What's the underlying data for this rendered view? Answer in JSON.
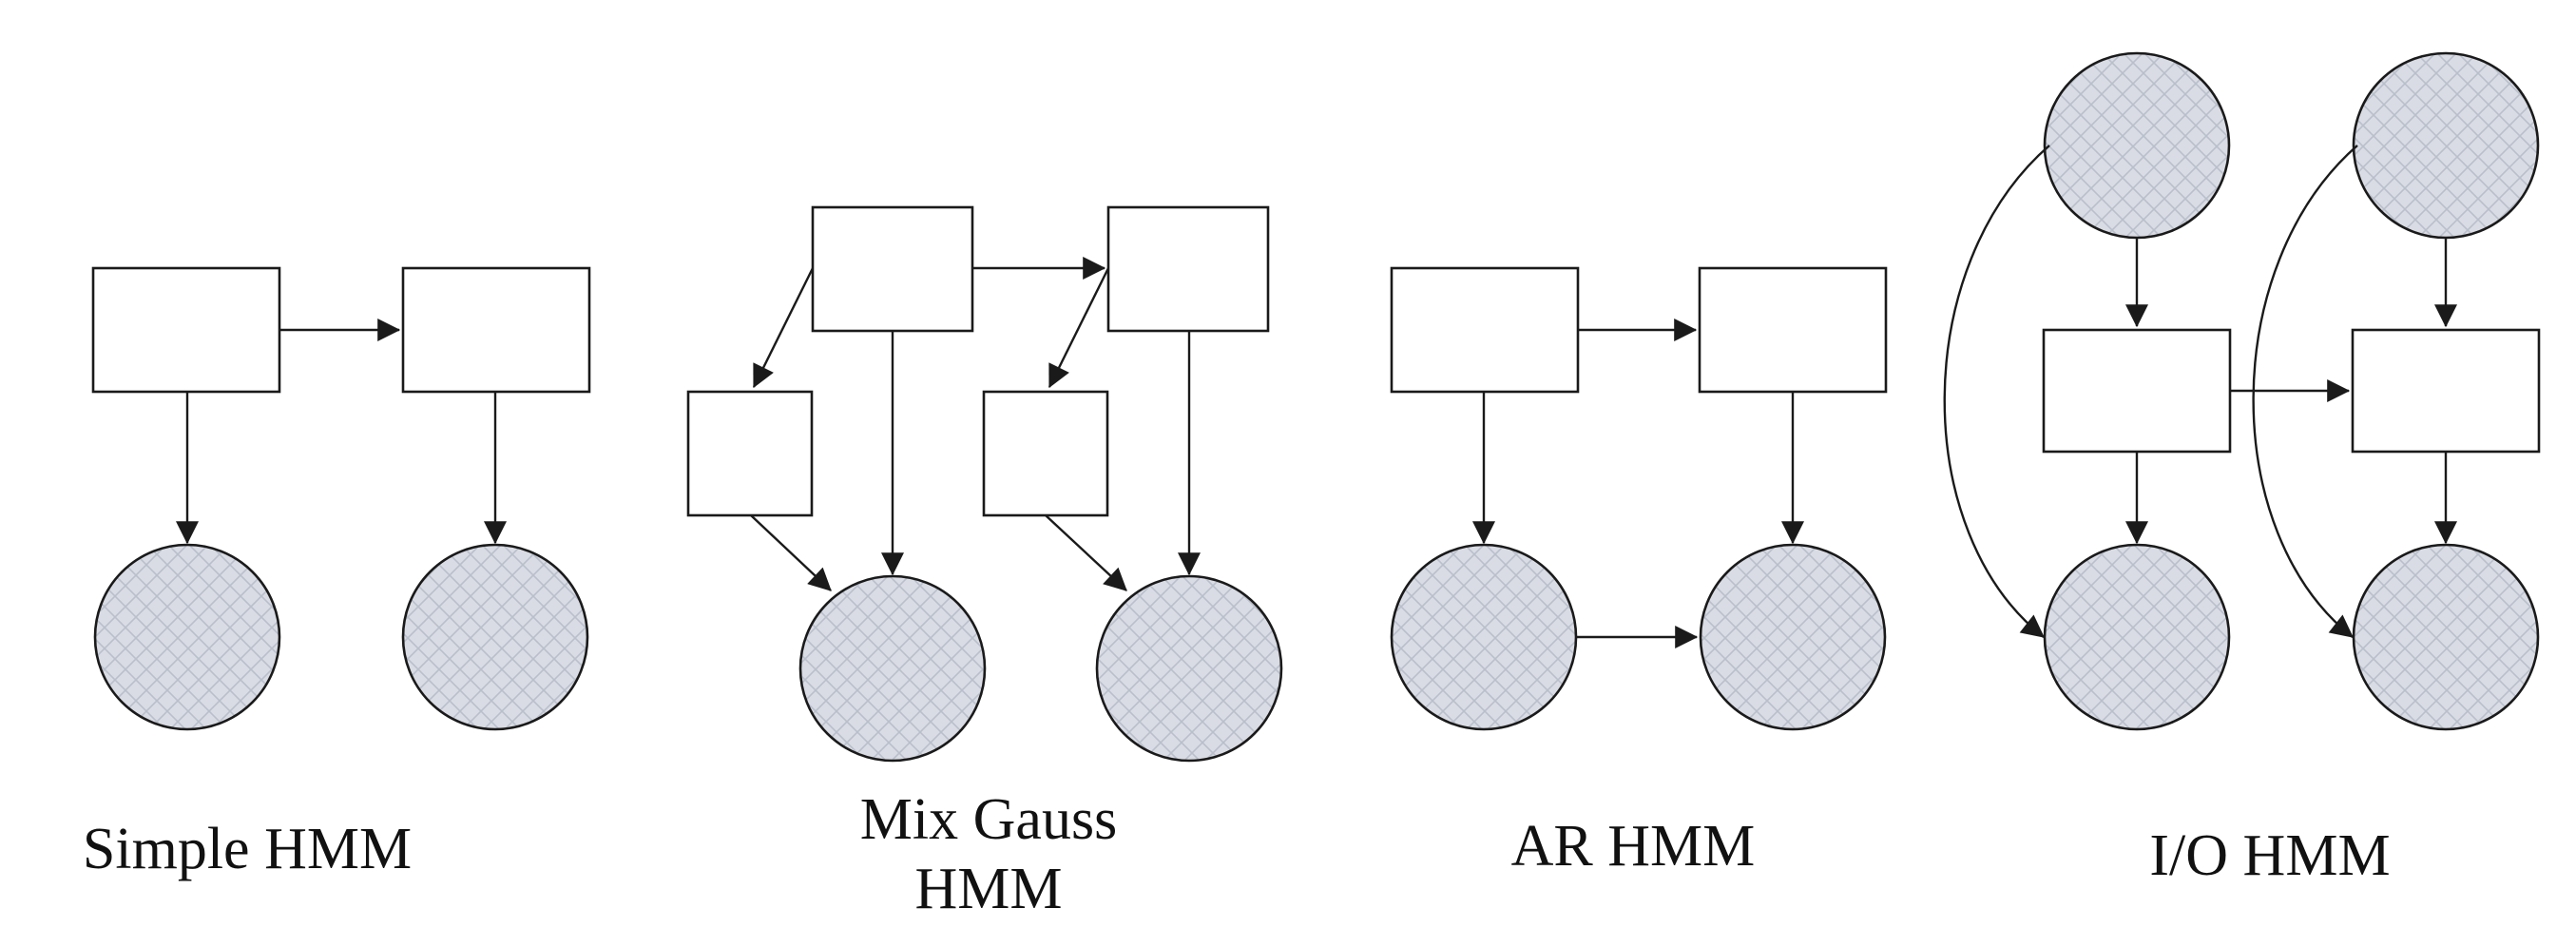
{
  "captions": {
    "simple_hmm": "Simple HMM",
    "mix_gauss_hmm_line1": "Mix Gauss",
    "mix_gauss_hmm_line2": "HMM",
    "ar_hmm": "AR HMM",
    "io_hmm": "I/O HMM"
  },
  "colors": {
    "observed_fill": "#d9dce4",
    "hatch_line": "#b9bfcb",
    "outline": "#1a1a1a"
  }
}
